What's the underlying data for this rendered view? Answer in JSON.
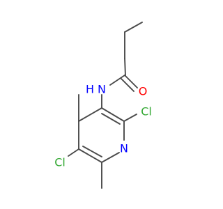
{
  "molecule": {
    "atoms": {
      "nitrogen_amide": {
        "text": "N",
        "color": "#0000ff"
      },
      "hydrogen_amide": {
        "text": "H",
        "color": "#0000ff"
      },
      "oxygen": {
        "text": "O",
        "color": "#ff0000"
      },
      "nitrogen_ring": {
        "text": "N",
        "color": "#0000ff"
      },
      "chlorine_2": {
        "text": "Cl",
        "color": "#33a833"
      },
      "chlorine_5": {
        "text": "Cl",
        "color": "#33a833"
      }
    },
    "bond_color": "#4a4a4a"
  }
}
